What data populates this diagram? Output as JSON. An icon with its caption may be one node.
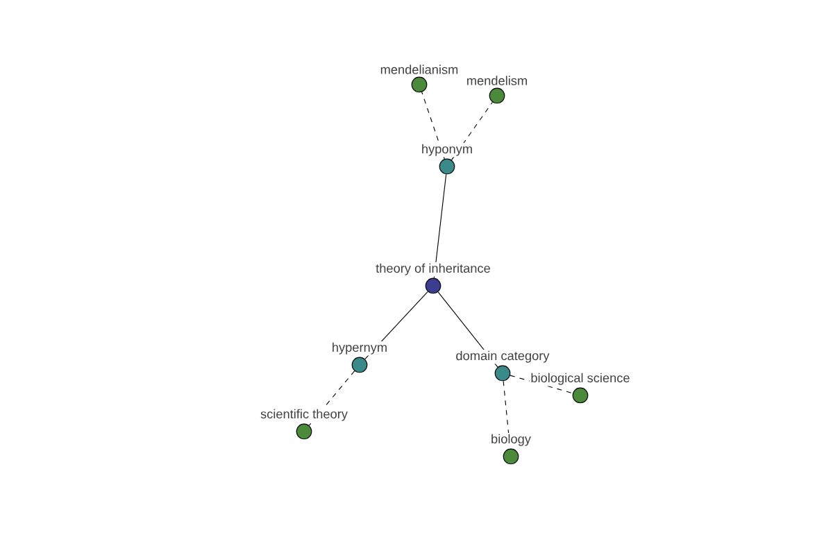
{
  "diagram": {
    "nodes": [
      {
        "text": [
          "theory of inheritance"
        ]
      },
      {
        "text": [
          "hyponym"
        ]
      },
      {
        "text": [
          "mendelianism"
        ]
      },
      {
        "text": [
          "mendelism"
        ]
      },
      {
        "text": [
          "hypernym"
        ]
      },
      {
        "text": [
          "scientific theory"
        ]
      },
      {
        "text": [
          "domain category"
        ]
      },
      {
        "text": [
          "biological science"
        ]
      },
      {
        "text": [
          "biology"
        ]
      }
    ],
    "edges": [
      {
        "from": 0,
        "to": 1,
        "arrow": "none"
      },
      {
        "from": 1,
        "to": 2,
        "arrow": "none",
        "style": "dashed"
      },
      {
        "from": 1,
        "to": 3,
        "arrow": "none",
        "style": "dashed"
      },
      {
        "from": 0,
        "to": 4,
        "arrow": "none"
      },
      {
        "from": 4,
        "to": 5,
        "arrow": "none",
        "style": "dashed"
      },
      {
        "from": 0,
        "to": 6,
        "arrow": "none"
      },
      {
        "from": 6,
        "to": 7,
        "arrow": "none",
        "style": "dashed"
      },
      {
        "from": 6,
        "to": 8,
        "arrow": "none",
        "style": "dashed"
      }
    ]
  }
}
